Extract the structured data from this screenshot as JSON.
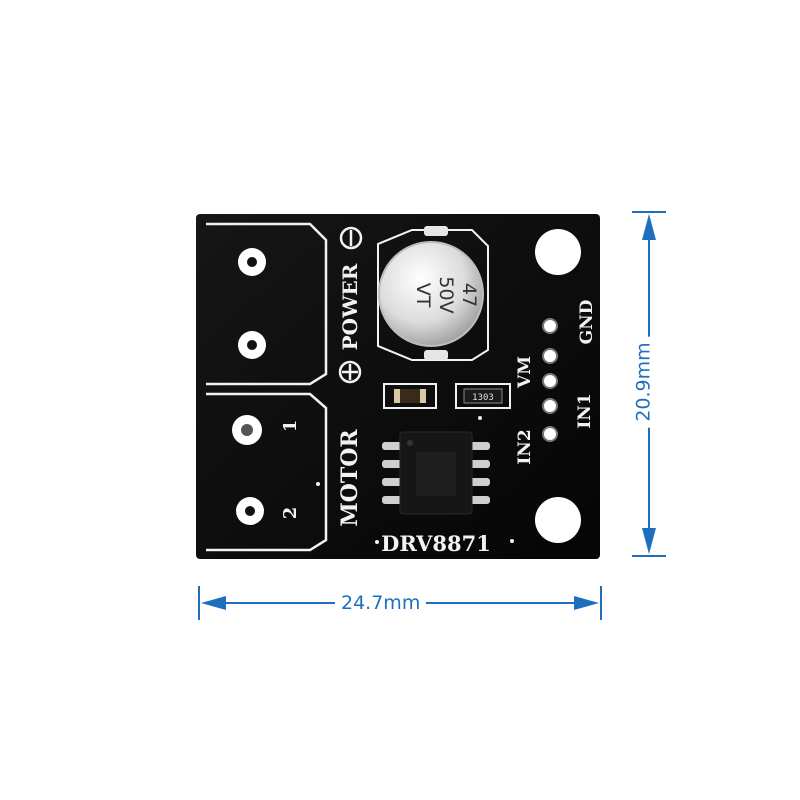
{
  "board": {
    "chip_label": "DRV8871",
    "capacitor_lines": [
      "47",
      "50V",
      "VT"
    ],
    "resistor_code": "1303",
    "power_label": "POWER",
    "motor_label": "MOTOR",
    "terminal_numbers": [
      "1",
      "2"
    ],
    "pins": [
      "GND",
      "VM",
      "IN1",
      "IN2"
    ],
    "polarity_minus": "−",
    "polarity_plus": "+"
  },
  "dimensions": {
    "width": "24.7mm",
    "height": "20.9mm"
  },
  "colors": {
    "pcb": "#0b0b0c",
    "silkscreen": "#f2f2f2",
    "dimension": "#1f6fbf"
  }
}
